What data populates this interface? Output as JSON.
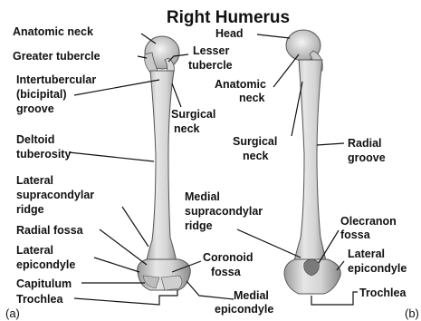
{
  "figure": {
    "title": "Right Humerus",
    "panel_a": "(a)",
    "panel_b": "(b)"
  },
  "labels": {
    "anatomic_neck_a": "Anatomic neck",
    "head": "Head",
    "greater_tubercle": "Greater tubercle",
    "lesser_tubercle_1": "Lesser",
    "lesser_tubercle_2": "tubercle",
    "intertubercular_1": "Intertubercular",
    "intertubercular_2": "(bicipital)",
    "intertubercular_3": "groove",
    "surgical_neck_a_1": "Surgical",
    "surgical_neck_a_2": "neck",
    "anatomic_neck_b_1": "Anatomic",
    "anatomic_neck_b_2": "neck",
    "deltoid_1": "Deltoid",
    "deltoid_2": "tuberosity",
    "surgical_neck_b_1": "Surgical",
    "surgical_neck_b_2": "neck",
    "radial_groove_1": "Radial",
    "radial_groove_2": "groove",
    "lateral_supra_1": "Lateral",
    "lateral_supra_2": "supracondylar",
    "lateral_supra_3": "ridge",
    "medial_supra_1": "Medial",
    "medial_supra_2": "supracondylar",
    "medial_supra_3": "ridge",
    "radial_fossa": "Radial fossa",
    "olecranon_1": "Olecranon",
    "olecranon_2": "fossa",
    "lateral_epi_a_1": "Lateral",
    "lateral_epi_a_2": "epicondyle",
    "lateral_epi_b_1": "Lateral",
    "lateral_epi_b_2": "epicondyle",
    "coronoid_1": "Coronoid",
    "coronoid_2": "fossa",
    "capitulum": "Capitulum",
    "medial_epi_1": "Medial",
    "medial_epi_2": "epicondyle",
    "trochlea_a": "Trochlea",
    "trochlea_b": "Trochlea"
  }
}
